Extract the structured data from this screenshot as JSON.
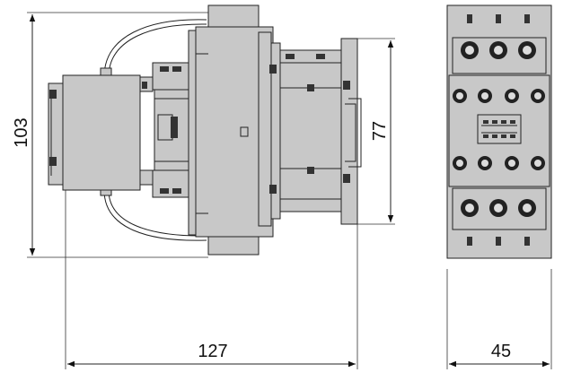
{
  "dimensions": {
    "total_height": "103",
    "mount_height": "77",
    "depth": "127",
    "width": "45"
  },
  "colors": {
    "body": "#c8c8c8",
    "outline": "#222222",
    "background": "#ffffff"
  }
}
